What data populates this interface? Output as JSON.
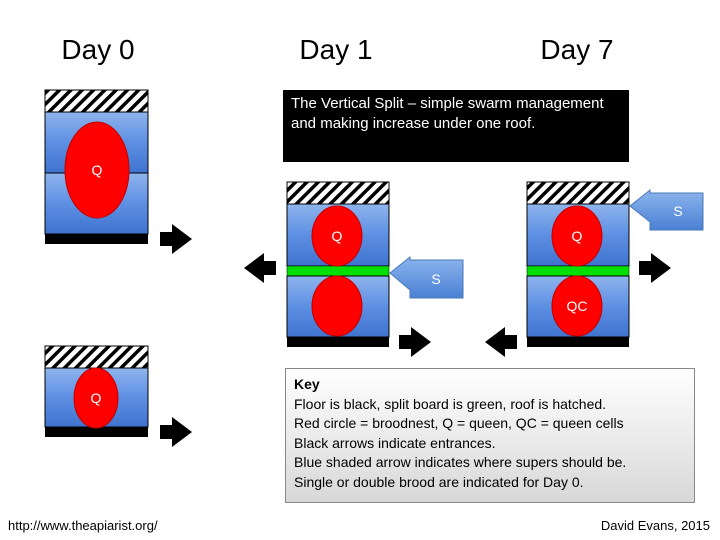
{
  "days": {
    "d0": "Day 0",
    "d1": "Day 1",
    "d7": "Day 7"
  },
  "title": "The Vertical Split – simple swarm management and making increase under one roof.",
  "labels": {
    "queen": "Q",
    "queen_cells": "QC",
    "super": "S"
  },
  "key": {
    "heading": "Key",
    "lines": [
      "Floor is black, split board is green, roof is hatched.",
      "Red circle = broodnest, Q = queen, QC = queen cells",
      "Black arrows indicate entrances.",
      "Blue shaded arrow indicates where supers should be.",
      "Single or double brood are indicated for Day 0."
    ]
  },
  "footer": {
    "url": "http://www.theapiarist.org/",
    "author": "David Evans, 2015"
  },
  "colors": {
    "box_blue": "#5b8fe0",
    "brood_red": "#ff0000",
    "split_board_green": "#00e000",
    "floor_black": "#000000",
    "super_arrow_blue": "#5b92dd"
  }
}
